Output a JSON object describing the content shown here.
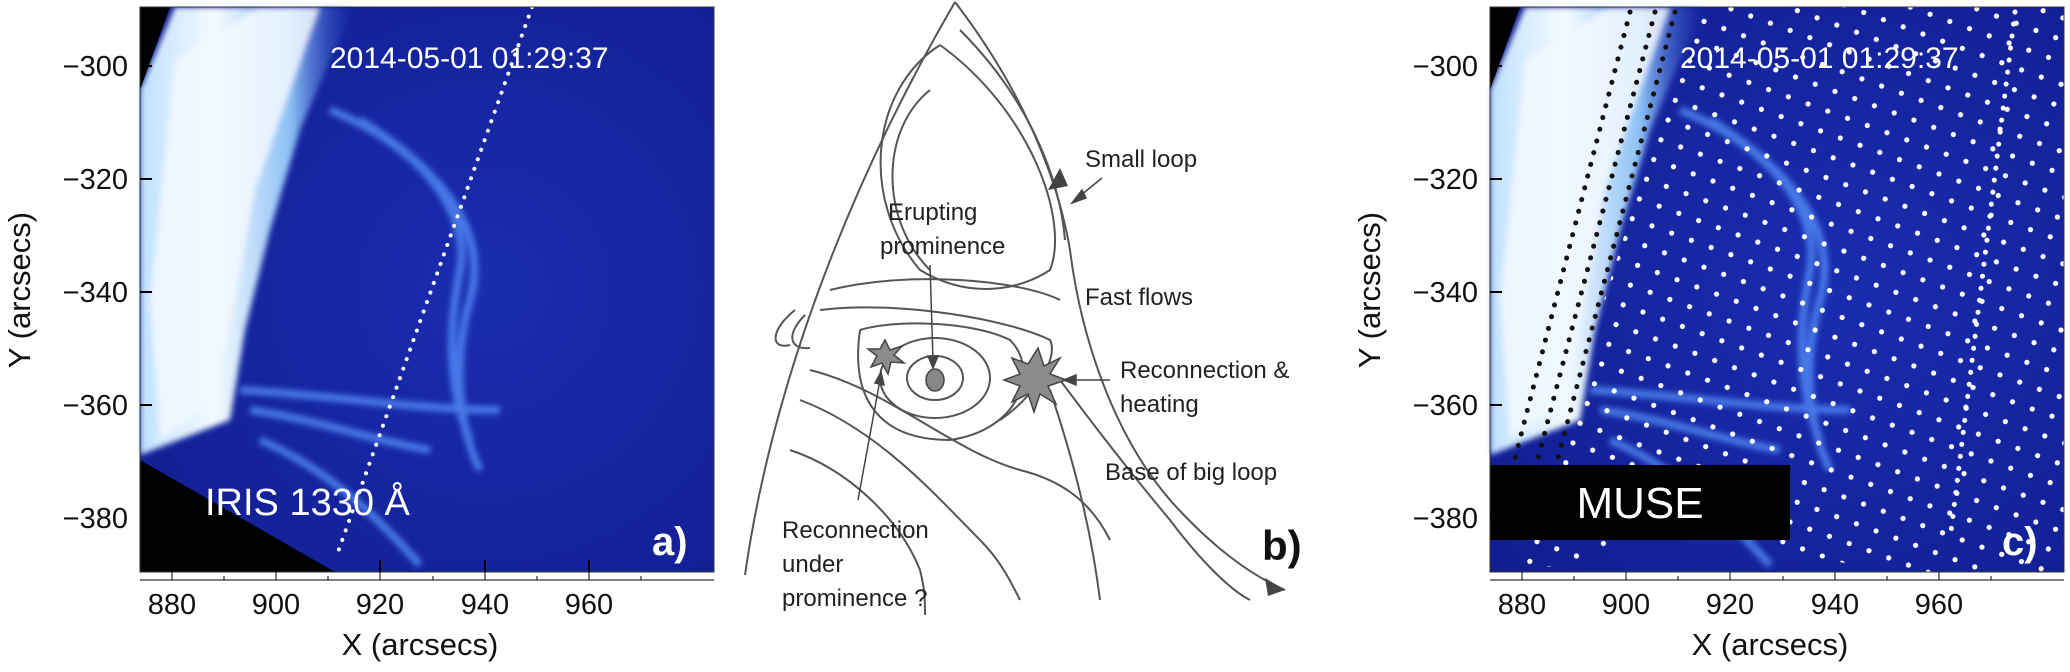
{
  "figure": {
    "panel_a": {
      "timestamp": "2014-05-01 01:29:37",
      "instrument_label": "IRIS 1330 Å",
      "panel_letter": "a)",
      "xlabel": "X (arcsecs)",
      "ylabel": "Y (arcsecs)",
      "xticks": [
        "880",
        "900",
        "920",
        "940",
        "960"
      ],
      "yticks": [
        "−300",
        "−320",
        "−340",
        "−360",
        "−380"
      ]
    },
    "panel_b": {
      "panel_letter": "b)",
      "labels": {
        "small_loop": "Small loop",
        "erupting_1": "Erupting",
        "erupting_2": "prominence",
        "fast_flows": "Fast flows",
        "reconn_heat_1": "Reconnection &",
        "reconn_heat_2": "heating",
        "base_big_loop": "Base of big loop",
        "reconn_under_1": "Reconnection",
        "reconn_under_2": "under",
        "reconn_under_3": "prominence ?"
      }
    },
    "panel_c": {
      "timestamp": "2014-05-01 01:29:37",
      "instrument_label": "MUSE",
      "panel_letter": "c)",
      "xlabel": "X (arcsecs)",
      "ylabel": "Y (arcsecs)",
      "xticks": [
        "880",
        "900",
        "920",
        "940",
        "960"
      ],
      "yticks": [
        "−300",
        "−320",
        "−340",
        "−360",
        "−380"
      ]
    },
    "colors": {
      "background_blue": "#13239e",
      "limb_white": "#e8f2ff",
      "structure_blue": "#4d7ff0",
      "label_white": "#ffffff",
      "diagram_line": "#555555",
      "prominence_gray": "#888888"
    }
  }
}
